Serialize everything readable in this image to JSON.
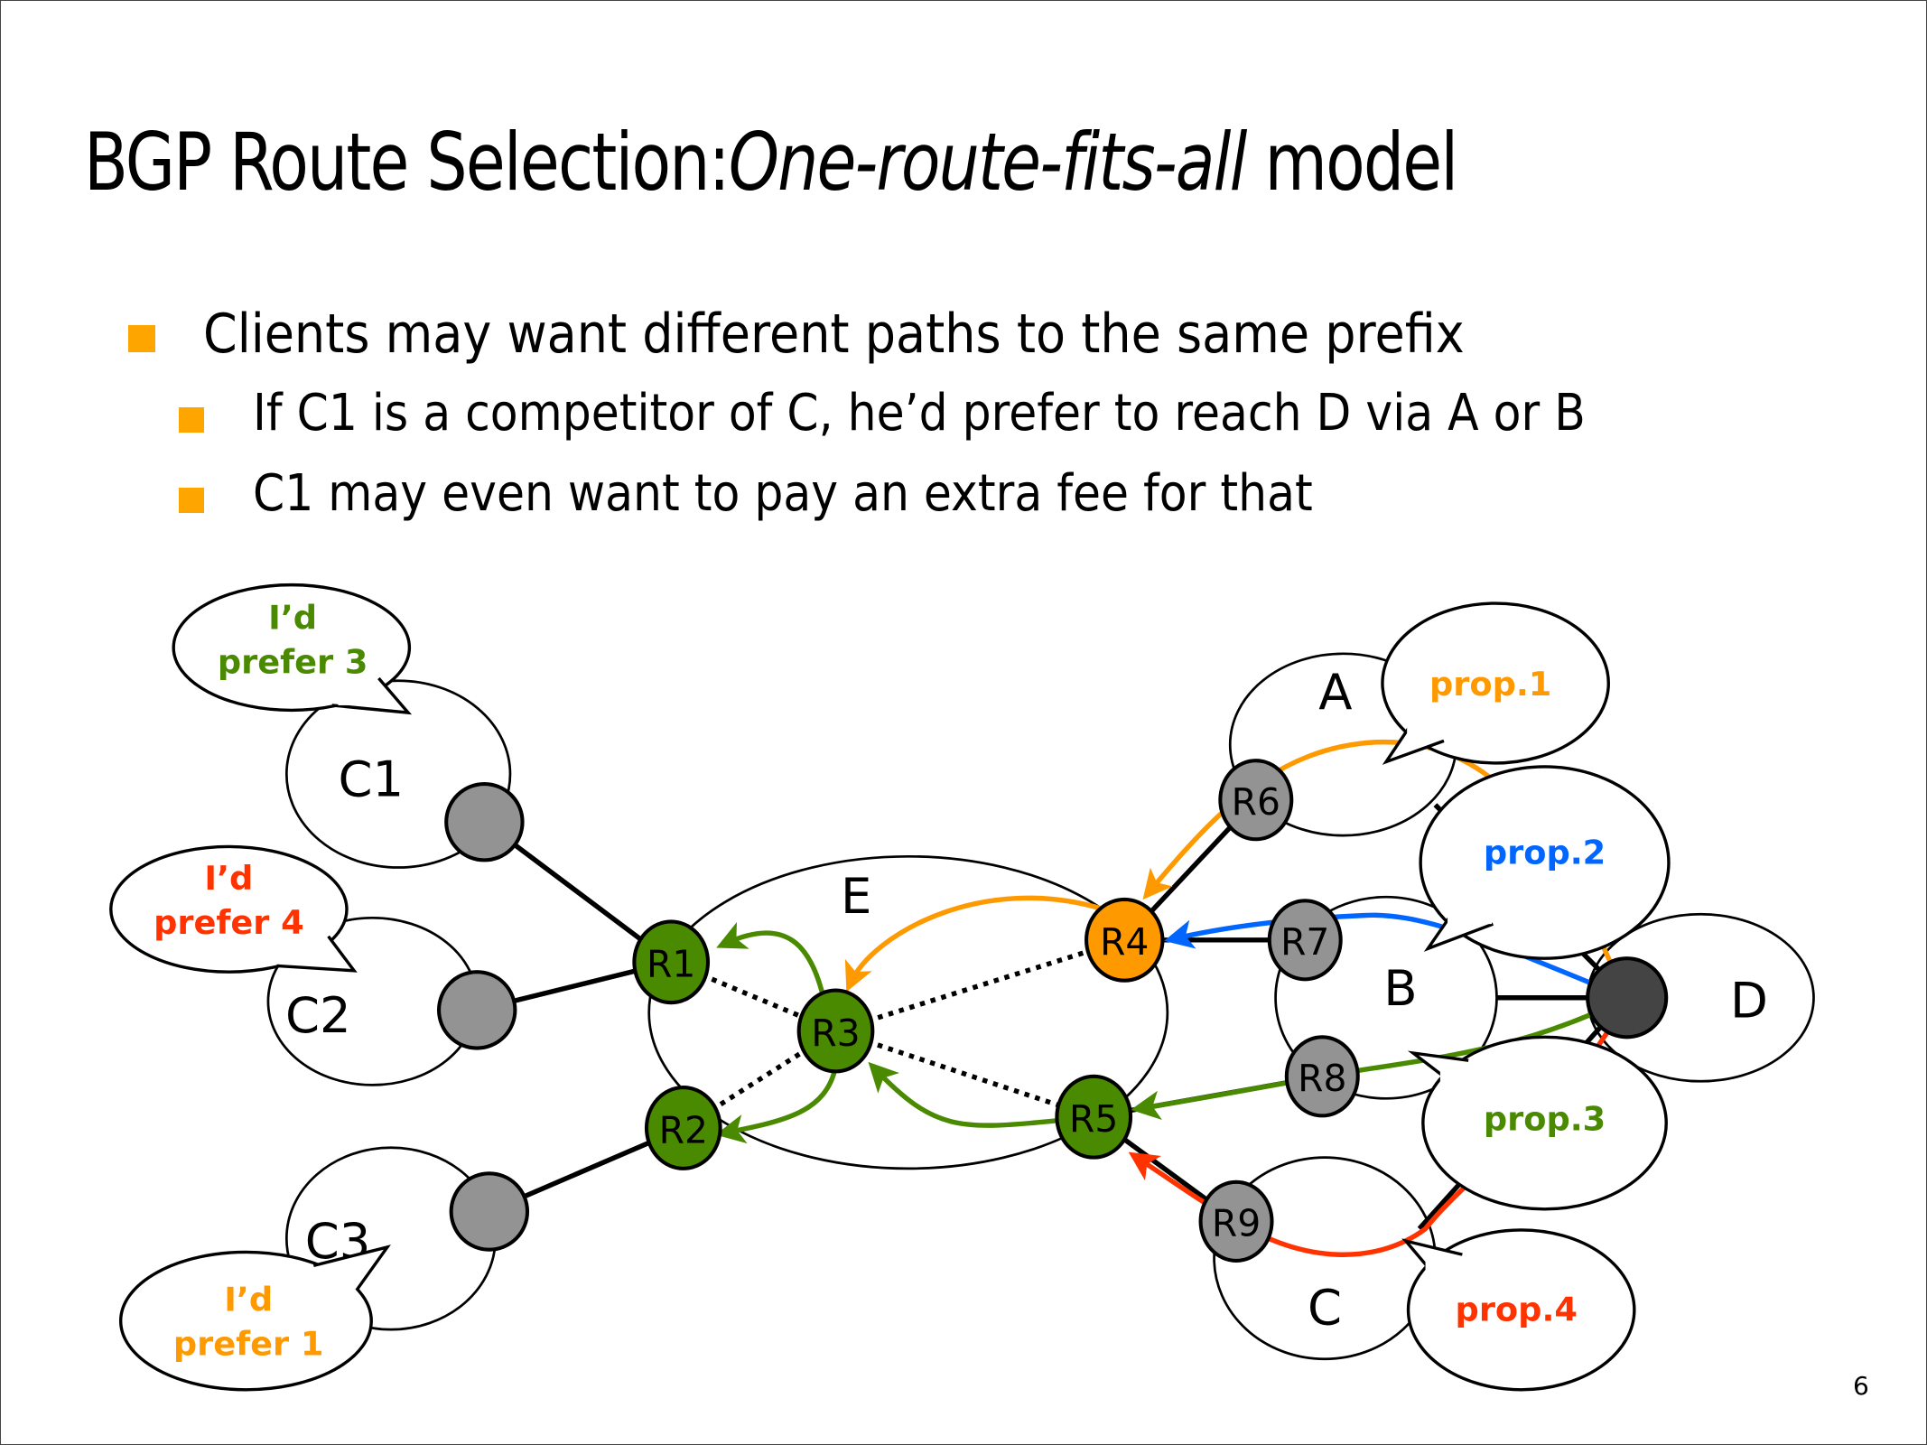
{
  "slide": {
    "title_plain": "BGP Route Selection:",
    "title_italic": "One-route-fits-all",
    "title_tail": " model",
    "bullets": [
      {
        "level": 1,
        "text": "Clients may want different paths to the same prefix"
      },
      {
        "level": 2,
        "text": "If C1 is a competitor of C, he’d prefer to reach D via A or B"
      },
      {
        "level": 2,
        "text": "C1 may even want to pay an extra fee for that"
      }
    ],
    "page_number": "6"
  },
  "colors": {
    "bullet": "#ffa500",
    "orange": "#ff9900",
    "blue": "#0066ff",
    "green": "#4a8a00",
    "red": "#ff3300",
    "router_gray": "#939393",
    "router_dark": "#444444"
  },
  "diagram": {
    "domains": {
      "C1": "C1",
      "C2": "C2",
      "C3": "C3",
      "E": "E",
      "A": "A",
      "B": "B",
      "C": "C",
      "D": "D"
    },
    "routers": {
      "R1": "R1",
      "R2": "R2",
      "R3": "R3",
      "R4": "R4",
      "R5": "R5",
      "R6": "R6",
      "R7": "R7",
      "R8": "R8",
      "R9": "R9"
    },
    "bubbles": {
      "c1_line1": "I’d",
      "c1_line2": "prefer 3",
      "c2_line1": "I’d",
      "c2_line2": "prefer 4",
      "c3_line1": "I’d",
      "c3_line2": "prefer 1",
      "prop1": "prop.1",
      "prop2": "prop.2",
      "prop3": "prop.3",
      "prop4": "prop.4"
    }
  }
}
